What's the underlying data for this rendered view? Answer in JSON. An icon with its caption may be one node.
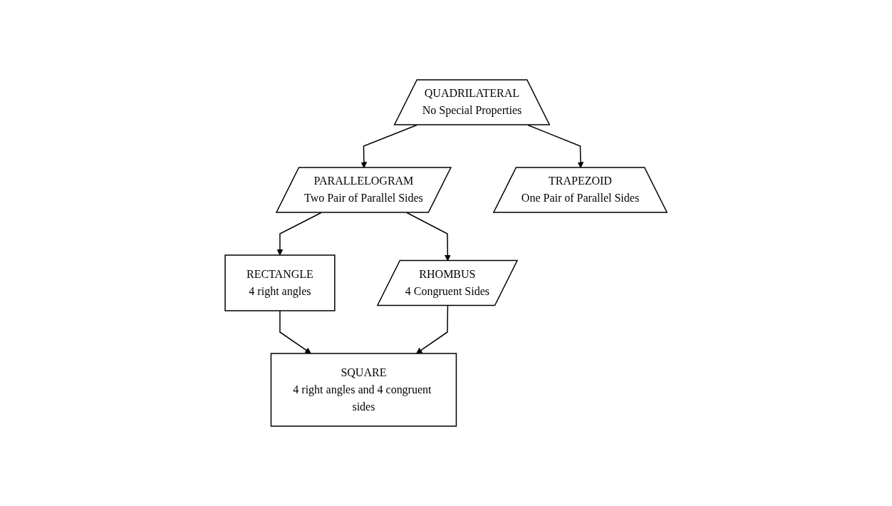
{
  "diagram": {
    "nodes": [
      {
        "text": [
          "QUADRILATERAL",
          "No Special Properties"
        ]
      },
      {
        "text": [
          "PARALLELOGRAM",
          "Two Pair of Parallel Sides"
        ]
      },
      {
        "text": [
          "TRAPEZOID",
          "One Pair of Parallel Sides"
        ]
      },
      {
        "text": [
          "RECTANGLE",
          "4 right angles"
        ]
      },
      {
        "text": [
          "RHOMBUS",
          "4 Congruent Sides"
        ]
      },
      {
        "text": [
          "SQUARE",
          "4 right angles and 4 congruent sides"
        ]
      }
    ],
    "edges": [
      {
        "from": 0,
        "to": 1,
        "arrow": "to"
      },
      {
        "from": 0,
        "to": 2,
        "arrow": "to"
      },
      {
        "from": 1,
        "to": 3,
        "arrow": "to"
      },
      {
        "from": 1,
        "to": 4,
        "arrow": "to"
      },
      {
        "from": 3,
        "to": 5,
        "arrow": "to"
      },
      {
        "from": 4,
        "to": 5,
        "arrow": "to"
      }
    ]
  }
}
